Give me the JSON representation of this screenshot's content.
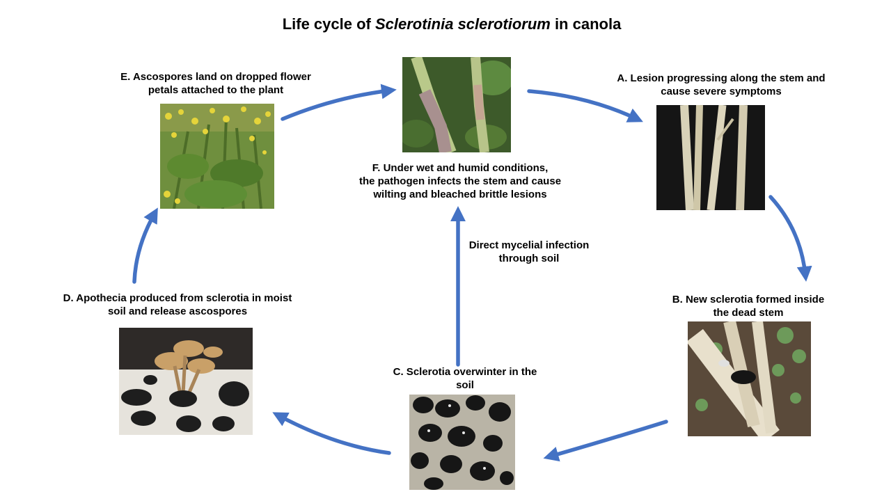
{
  "title": {
    "prefix": "Life cycle of ",
    "species": "Sclerotinia sclerotiorum",
    "suffix": " in canola"
  },
  "stages": {
    "E": {
      "lines": [
        "E. Ascospores land on dropped flower",
        "petals attached to the plant"
      ]
    },
    "F": {
      "lines": [
        "F. Under wet and humid conditions,",
        "the pathogen infects the stem and cause",
        "wilting and bleached brittle lesions"
      ]
    },
    "A": {
      "lines": [
        "A. Lesion progressing along the stem and",
        "cause severe symptoms"
      ]
    },
    "B": {
      "lines": [
        "B. New sclerotia formed inside",
        "the dead stem"
      ]
    },
    "C": {
      "lines": [
        "C. Sclerotia overwinter in the",
        "soil"
      ]
    },
    "D": {
      "lines": [
        "D. Apothecia produced from sclerotia in moist",
        "soil and release ascospores"
      ]
    }
  },
  "direct_path": {
    "lines": [
      "Direct mycelial infection",
      "through soil"
    ]
  },
  "colors": {
    "arrow": "#4472C4"
  }
}
